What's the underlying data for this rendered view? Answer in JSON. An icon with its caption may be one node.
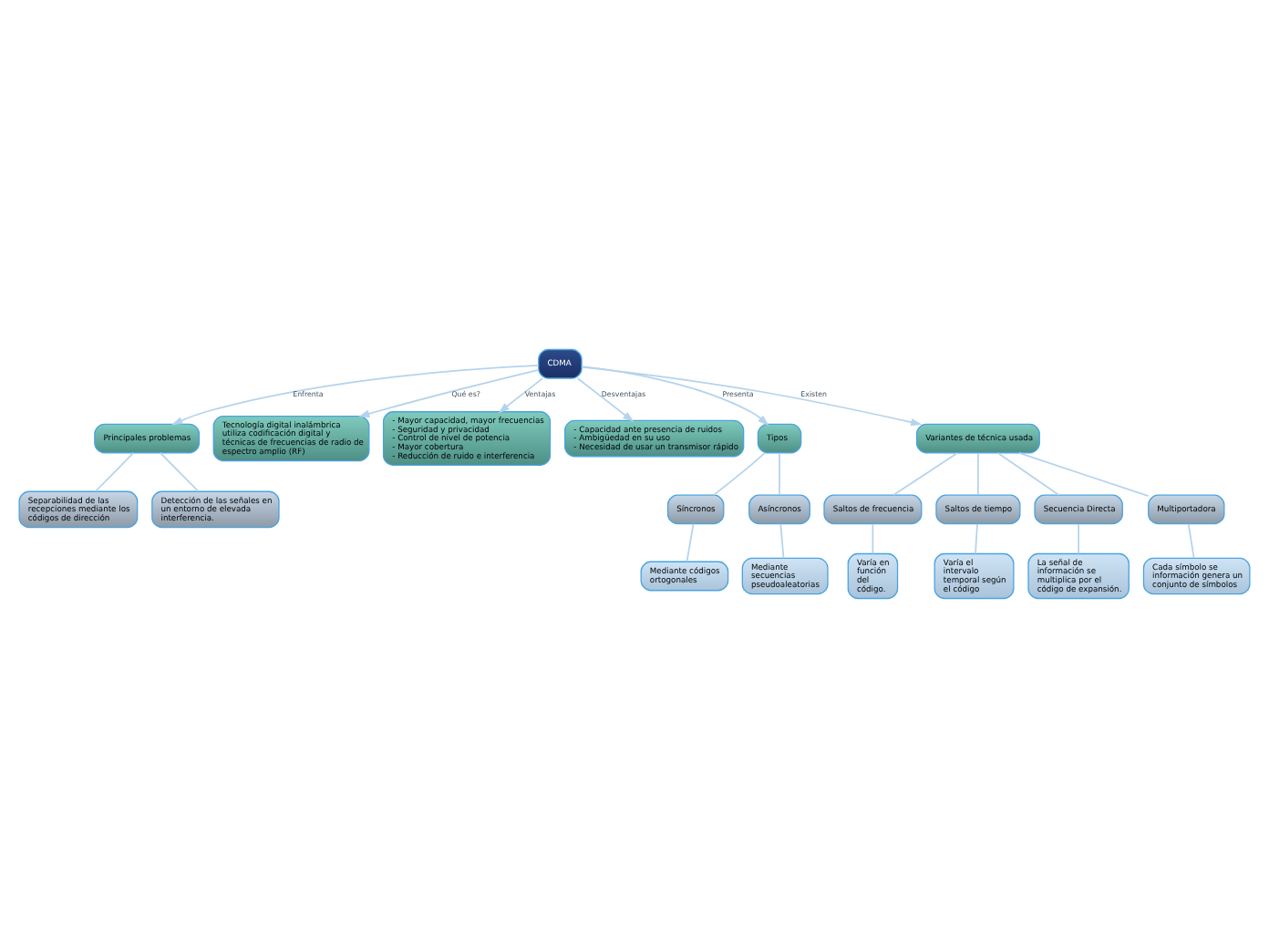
{
  "diagram": {
    "nodes": [
      {
        "text": [
          "CDMA"
        ]
      },
      {
        "text": [
          "Principales problemas"
        ]
      },
      {
        "text": [
          "Separabilidad de las recepciones mediante los códigos de dirección"
        ]
      },
      {
        "text": [
          "Detección de las señales en un entorno de elevada interferencia."
        ]
      },
      {
        "text": [
          "Tecnología digital inalámbrica utiliza codificación digital y técnicas de frecuencias de radio de espectro amplio (RF)"
        ]
      },
      {
        "text": [
          "- Mayor capacidad, mayor frecuencias",
          "- Seguridad y privacidad",
          "- Control de nivel de potencia",
          "- Mayor cobertura",
          "- Reducción de ruido e interferencia"
        ]
      },
      {
        "text": [
          "- Capacidad ante presencia de ruidos",
          "- Ambigüedad en su uso",
          "- Necesidad de usar un transmisor rápido"
        ]
      },
      {
        "text": [
          "Tipos"
        ]
      },
      {
        "text": [
          "Síncronos"
        ]
      },
      {
        "text": [
          "Asíncronos"
        ]
      },
      {
        "text": [
          "Mediante códigos ortogonales"
        ]
      },
      {
        "text": [
          "Mediante secuencias pseudoaleatorias"
        ]
      },
      {
        "text": [
          "Variantes de técnica usada"
        ]
      },
      {
        "text": [
          "Saltos de frecuencia"
        ]
      },
      {
        "text": [
          "Saltos de tiempo"
        ]
      },
      {
        "text": [
          "Secuencia Directa"
        ]
      },
      {
        "text": [
          "Multiportadora"
        ]
      },
      {
        "text": [
          "Varía en función del código."
        ]
      },
      {
        "text": [
          "Varía el intervalo temporal según el código"
        ]
      },
      {
        "text": [
          "La señal de información se multiplica por el código de expansión."
        ]
      },
      {
        "text": [
          "Cada símbolo se información genera un conjunto de símbolos"
        ]
      }
    ],
    "edges": [
      {
        "from": 0,
        "to": 1,
        "arrow": "to",
        "label": "Enfrenta"
      },
      {
        "from": 1,
        "to": 2,
        "arrow": "none"
      },
      {
        "from": 1,
        "to": 3,
        "arrow": "none"
      },
      {
        "from": 0,
        "to": 4,
        "arrow": "to",
        "label": "Qué es?"
      },
      {
        "from": 0,
        "to": 5,
        "arrow": "to",
        "label": "Ventajas"
      },
      {
        "from": 0,
        "to": 6,
        "arrow": "to",
        "label": "Desventajas"
      },
      {
        "from": 0,
        "to": 7,
        "arrow": "to",
        "label": "Presenta"
      },
      {
        "from": 7,
        "to": 8,
        "arrow": "none"
      },
      {
        "from": 7,
        "to": 9,
        "arrow": "none"
      },
      {
        "from": 8,
        "to": 10,
        "arrow": "none"
      },
      {
        "from": 9,
        "to": 11,
        "arrow": "none"
      },
      {
        "from": 0,
        "to": 12,
        "arrow": "to",
        "label": "Existen"
      },
      {
        "from": 12,
        "to": 13,
        "arrow": "none"
      },
      {
        "from": 12,
        "to": 14,
        "arrow": "none"
      },
      {
        "from": 12,
        "to": 15,
        "arrow": "none"
      },
      {
        "from": 12,
        "to": 16,
        "arrow": "none"
      },
      {
        "from": 13,
        "to": 17,
        "arrow": "none"
      },
      {
        "from": 14,
        "to": 18,
        "arrow": "none"
      },
      {
        "from": 15,
        "to": 19,
        "arrow": "none"
      },
      {
        "from": 16,
        "to": 20,
        "arrow": "none"
      }
    ]
  }
}
